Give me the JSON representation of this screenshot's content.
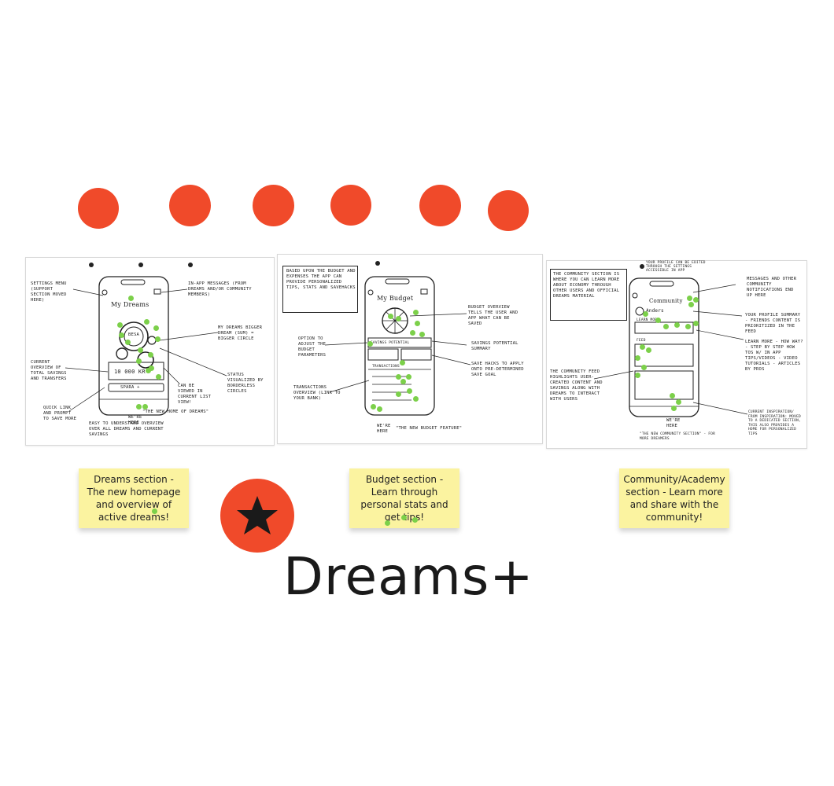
{
  "colors": {
    "accent": "#f04a2a",
    "sticky": "#fbf3a0",
    "vote_dot": "#7cd04a"
  },
  "progress_dots_count": 6,
  "panels": [
    {
      "phone_title": "My Dreams",
      "annotations": {
        "settings": "Settings menu (Support section moved here)",
        "inapp": "In-app messages (from Dreams and/or community members)",
        "mydreams": "My dreams bigger dream (sum) = bigger circle",
        "overview": "Current overview of total savings and transfers",
        "quicklink": "Quick link and prompt to save more",
        "status": "Status visualized by borderless circles",
        "canbe": "Can be viewed in current list view!",
        "easy": "Easy to understand overview over all dreams and current savings",
        "here": "We're here",
        "theme": "\"The new home of Dreams\""
      },
      "phone_labels": {
        "amount": "10 000 kr",
        "save": "SPARA +",
        "besa": "BESA"
      }
    },
    {
      "phone_title": "My Budget",
      "annotations": {
        "intro": "Based upon the budget and expenses the app can provide personalized tips, stats and savehacks",
        "budget": "Budget overview tells the user and app what can be saved",
        "adjust": "Option to adjust the budget parameters",
        "savings": "Savings potential summary",
        "savehacks": "Save hacks to apply onto pre-determined save goal",
        "transactions": "Transactions overview (link to your bank)",
        "here": "We're here",
        "theme": "\"The new budget feature\""
      },
      "phone_labels": {
        "savings_row": "SAVINGS POTENTIAL",
        "tx": "TRANSACTIONS"
      }
    },
    {
      "phone_title": "Community",
      "annotations": {
        "intro": "The community section is where you can learn more about economy through other users and official Dreams material",
        "profile": "Your profile can be edited through the settings accessible in app",
        "messages": "Messages and other community notifications end up here",
        "summary": "Your profile summary - friends content is prioritized in the feed",
        "learn": "Learn more - how way? - step by step how tos w/ in app tips/videos - video tutorials - articles by pros",
        "feed": "The community feed highlights user-created content and savings along with dreams to interact with users",
        "inspiration": "Current inspiration/ from Inspiration: moved to a dedicated section, this also provides a home for personalized tips",
        "here": "We're here",
        "theme": "\"The new community section\" - for more dreamers"
      },
      "phone_labels": {
        "user": "Anders",
        "learn": "LEARN MORE",
        "feed": "FEED"
      }
    }
  ],
  "stickies": [
    "Dreams section - The new homepage and overview of active dreams!",
    "Budget section - Learn through personal stats and get tips!",
    "Community/Academy section - Learn more and share with the community!"
  ],
  "title": "Dreams+",
  "icons": {
    "badge": "star-icon"
  }
}
